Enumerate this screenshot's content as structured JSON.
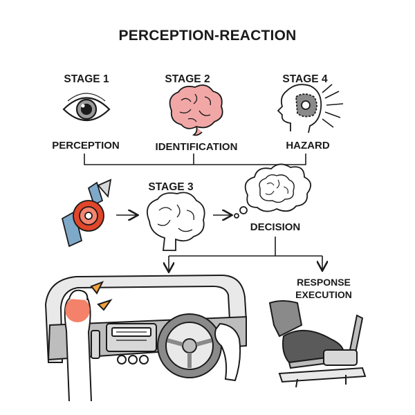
{
  "title": "PERCEPTION-REACTION",
  "stages": {
    "stage1": {
      "label": "STAGE 1",
      "caption": "PERCEPTION",
      "icon": "eye-icon"
    },
    "stage2": {
      "label": "STAGE 2",
      "caption": "IDENTIFICATION",
      "icon": "brain-icon"
    },
    "stage4": {
      "label": "STAGE 4",
      "caption": "HAZARD",
      "icon": "head-gear-icon"
    },
    "stage3": {
      "label": "STAGE 3",
      "caption": "DECISION",
      "icon": "thought-cloud-brain-icon"
    }
  },
  "response": {
    "line1": "RESPONSE",
    "line2": "EXECUTION"
  },
  "colors": {
    "ink": "#1a1a1a",
    "brain_pink": "#f2a7a7",
    "target_red": "#e2462a",
    "foot_highlight": "#f26b4f",
    "shoe_gray": "#8a8a8a",
    "dashboard_gray": "#bdbdbd",
    "warning_orange": "#f2a33a",
    "fade_blue": "#7fa9c9"
  }
}
